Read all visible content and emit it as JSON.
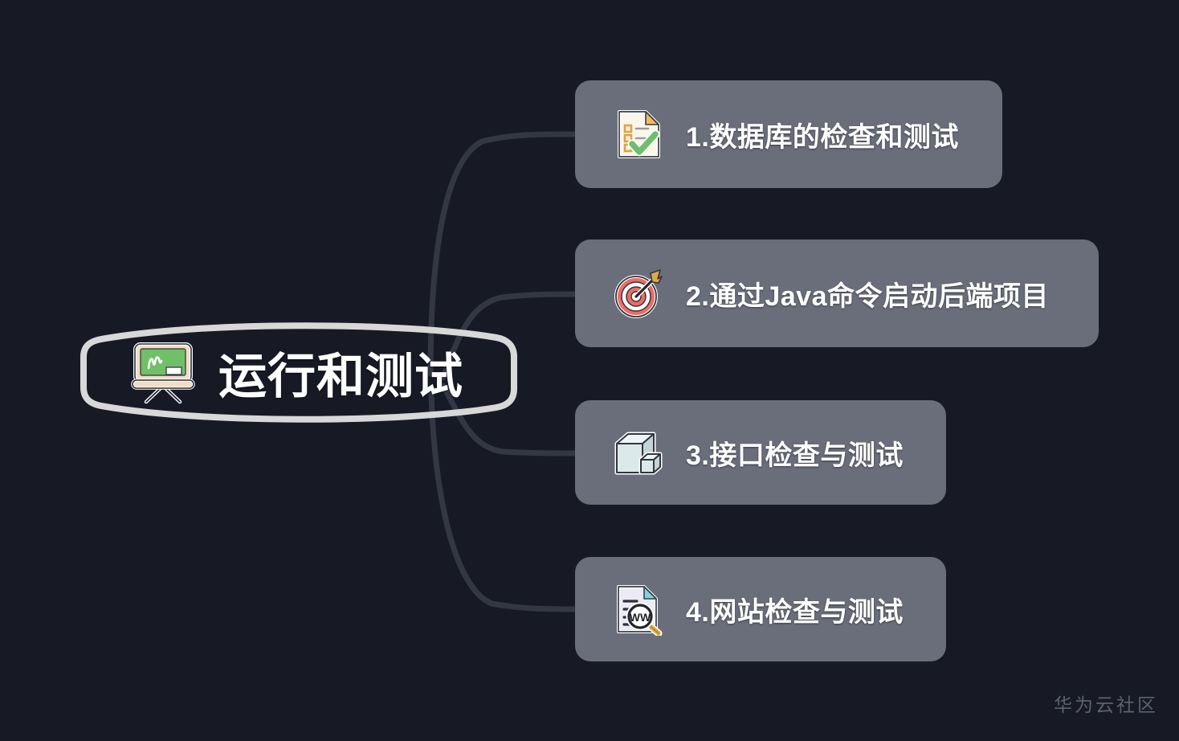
{
  "background_color": "#171a25",
  "root": {
    "title": "运行和测试",
    "icon": "chalkboard-icon",
    "border_color": "#d8d8d8",
    "text_color": "#ffffff"
  },
  "connector": {
    "color": "#333744",
    "width": 7
  },
  "nodes": [
    {
      "label": "1.数据库的检查和测试",
      "icon": "checklist-document-icon",
      "card_color": "#6a6d7a"
    },
    {
      "label": "2.通过Java命令启动后端项目",
      "icon": "target-dartboard-icon",
      "card_color": "#6a6d7a"
    },
    {
      "label": "3.接口检查与测试",
      "icon": "boxes-3d-icon",
      "card_color": "#6a6d7a"
    },
    {
      "label": "4.网站检查与测试",
      "icon": "website-search-document-icon",
      "card_color": "#6a6d7a"
    }
  ],
  "watermark": {
    "text": "华为云社区"
  }
}
